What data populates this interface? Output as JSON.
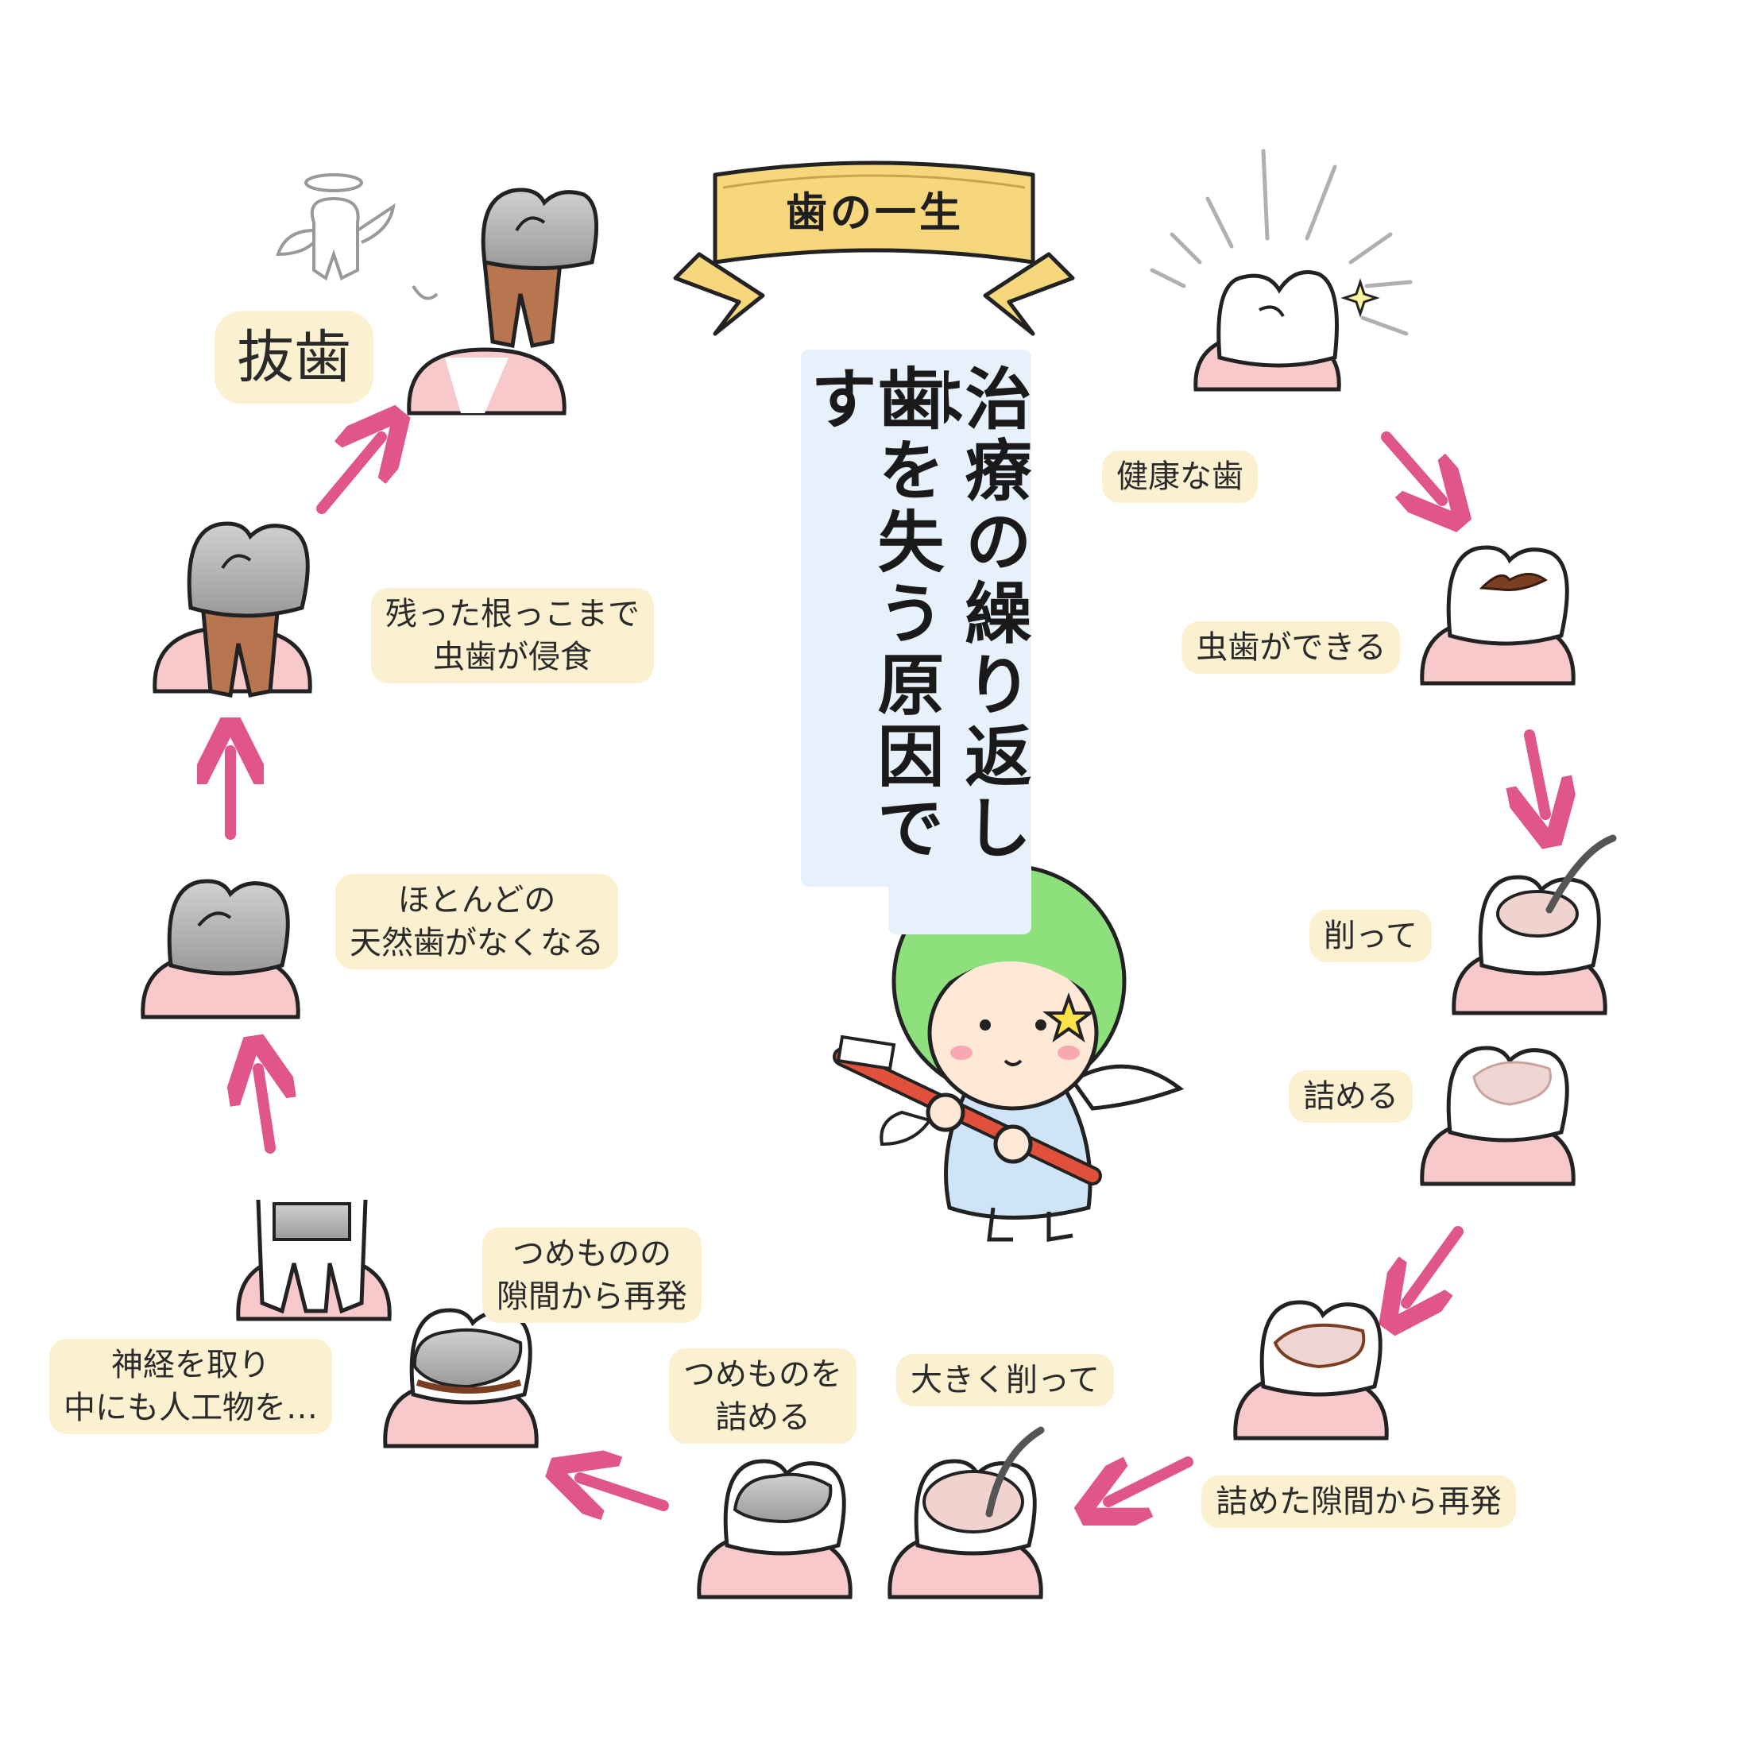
{
  "title": "歯の一生",
  "subtitle_lines": [
    "治療の繰り返しは",
    "歯を失う原因です"
  ],
  "stages": {
    "healthy": "健康な歯",
    "cavity": "虫歯ができる",
    "drill": "削って",
    "fill": "詰める",
    "recur": "詰めた隙間から再発",
    "drill_big": "大きく削って",
    "inlay": [
      "つめものを",
      "詰める"
    ],
    "inlay_recur": [
      "つめものの",
      "隙間から再発"
    ],
    "nerve": [
      "神経を取り",
      "中にも人工物を…"
    ],
    "no_natural": [
      "ほとんどの",
      "天然歯がなくなる"
    ],
    "root_decay": [
      "残った根っこまで",
      "虫歯が侵食"
    ],
    "extraction": "抜歯"
  },
  "colors": {
    "gum": "#f8c9cb",
    "arrow": "#e0558a",
    "label_bg": "#fbf0d0",
    "banner": "#f7d77c",
    "metal": "#b4b4b4",
    "decay": "#7a3e22",
    "hair": "#8ee07c"
  }
}
